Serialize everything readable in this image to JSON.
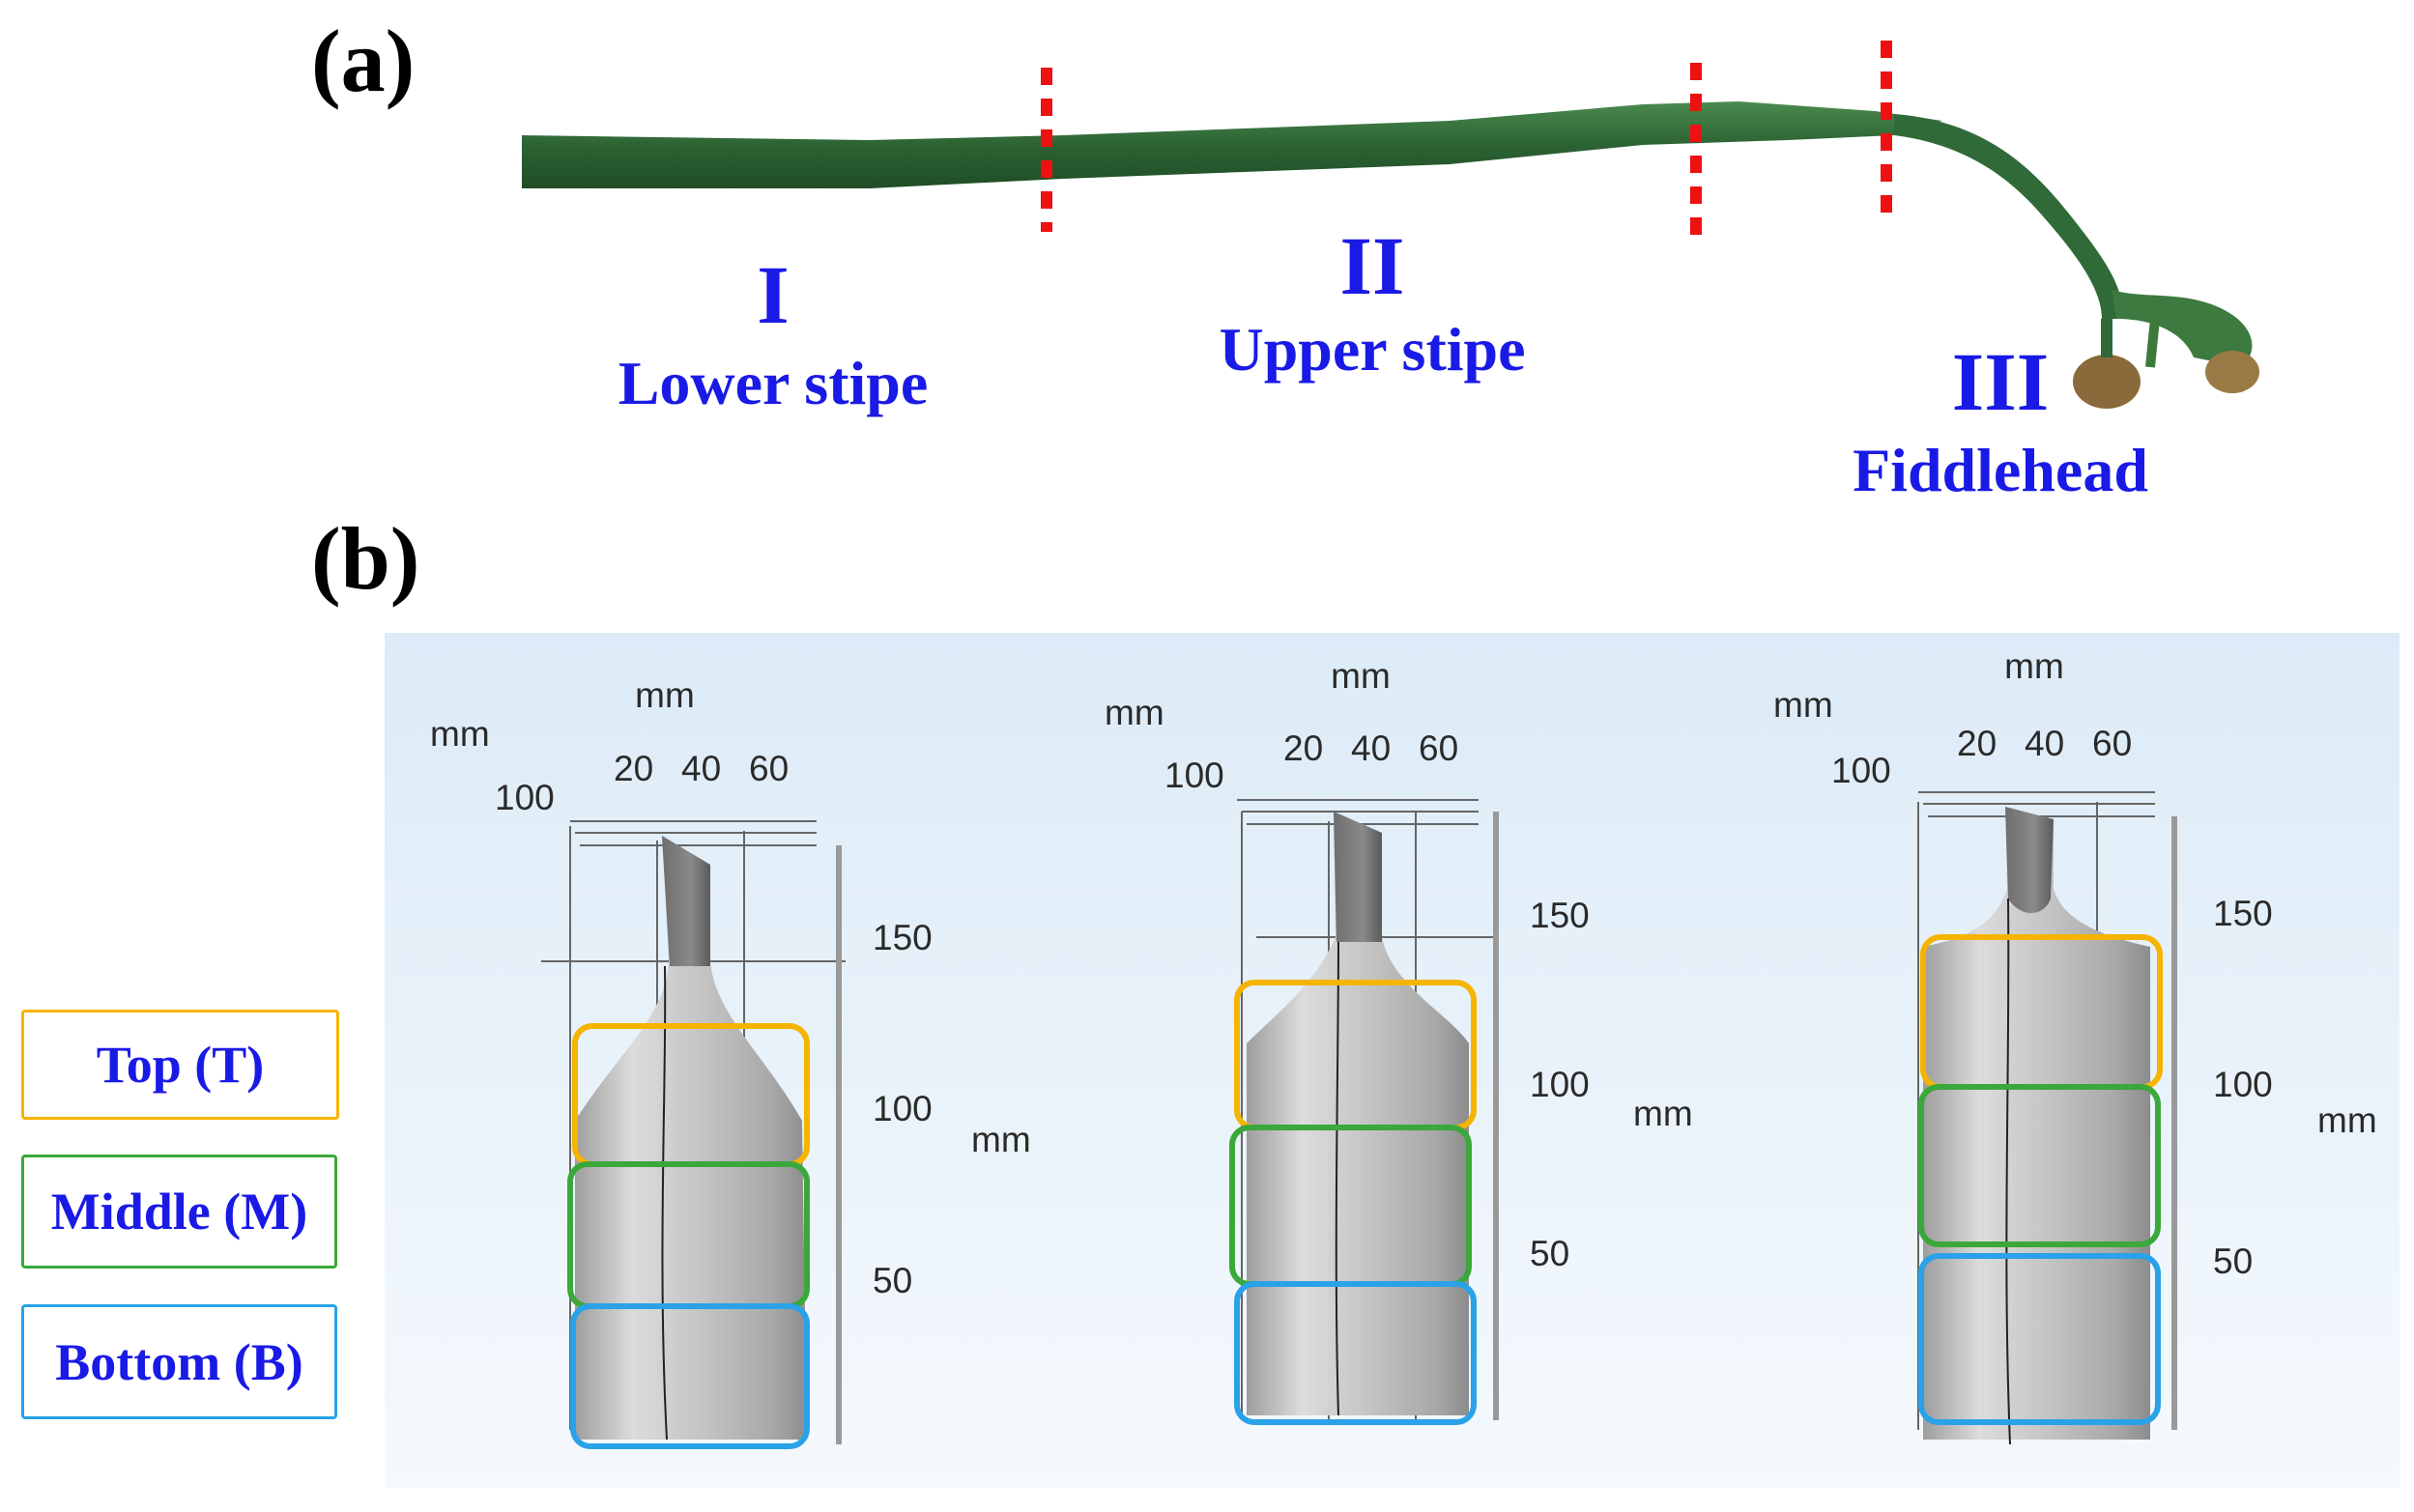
{
  "panel_a": {
    "label": "(a)",
    "sections": [
      {
        "numeral": "I",
        "name": "Lower stipe"
      },
      {
        "numeral": "II",
        "name": "Upper stipe"
      },
      {
        "numeral": "III",
        "name": "Fiddlehead"
      }
    ]
  },
  "panel_b": {
    "label": "(b)",
    "legend": [
      {
        "text": "Top (T)",
        "color": "#f5b400"
      },
      {
        "text": "Middle (M)",
        "color": "#3aa83a"
      },
      {
        "text": "Bottom (B)",
        "color": "#2aa2e8"
      }
    ],
    "axes": {
      "unit": "mm",
      "top_ticks": [
        "20",
        "40",
        "60"
      ],
      "depth_tick": "100",
      "vertical_ticks": [
        "150",
        "100",
        "50"
      ]
    }
  },
  "colors": {
    "section_text": "#1a1ae6",
    "cut_marker": "#ee1111",
    "stipe": "#2f6a38",
    "model_surface": "#bdbdbd"
  }
}
